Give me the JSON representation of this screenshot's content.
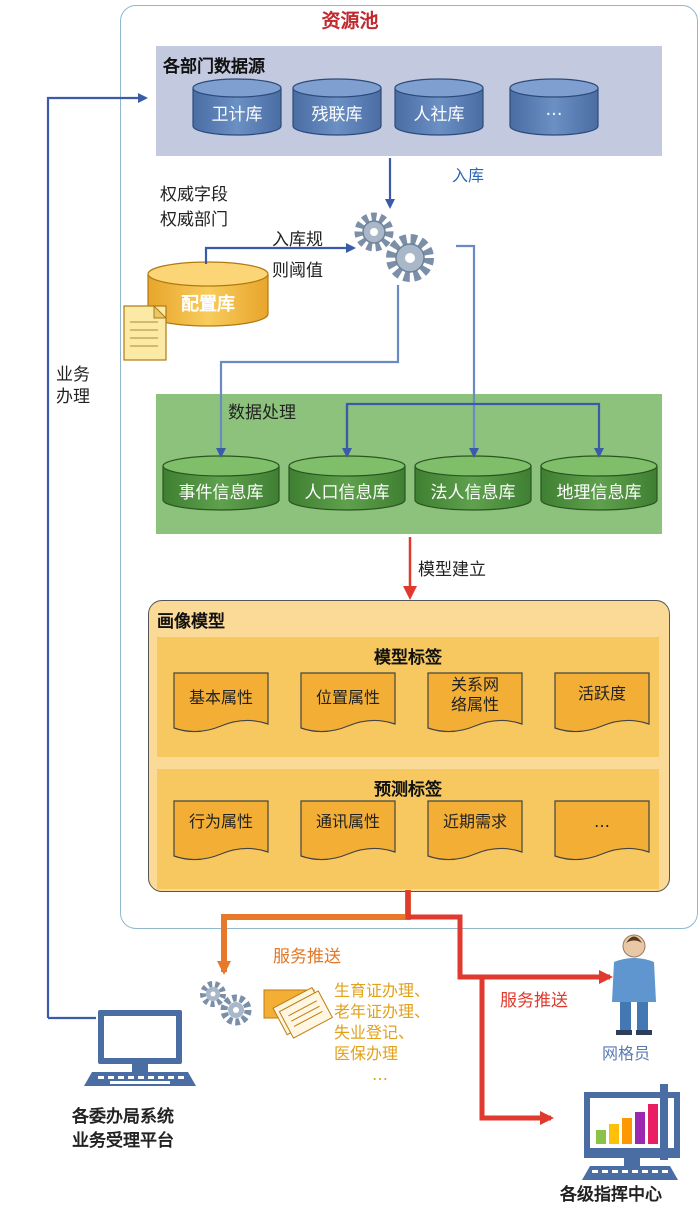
{
  "title": "资源池",
  "sources": {
    "title": "各部门数据源",
    "databases": [
      "卫计库",
      "残联库",
      "人社库",
      "…"
    ],
    "arrow_label": "入库"
  },
  "config": {
    "fields_label_1": "权威字段",
    "fields_label_2": "权威部门",
    "rule_label_1": "入库规",
    "rule_label_2": "则阈值",
    "db_label": "配置库"
  },
  "processing": {
    "title": "数据处理",
    "databases": [
      "事件信息库",
      "人口信息库",
      "法人信息库",
      "地理信息库"
    ]
  },
  "modeling_label": "模型建立",
  "portrait": {
    "title": "画像模型",
    "model_tags": {
      "title": "模型标签",
      "items": [
        "基本属性",
        "位置属性",
        "关系网络属性",
        "活跃度"
      ]
    },
    "predict_tags": {
      "title": "预测标签",
      "items": [
        "行为属性",
        "通讯属性",
        "近期需求",
        "…"
      ]
    }
  },
  "business": {
    "label_1": "业务",
    "label_2": "办理"
  },
  "service_push_left": "服务推送",
  "service_push_right": "服务推送",
  "service_list": [
    "生育证办理、",
    "老年证办理、",
    "失业登记、",
    "医保办理",
    "…"
  ],
  "platform": {
    "line_1": "各委办局系统",
    "line_2": "业务受理平台"
  },
  "grid_member": "网格员",
  "command_center": "各级指挥中心",
  "colors": {
    "title_red": "#c0292e",
    "db_blue": "#5b7fb2",
    "arrow_blue": "#3a5ca8",
    "arrow_red": "#e03a2e",
    "arrow_orange": "#e8782a",
    "green": "#8dc27d",
    "gold": "#f6c85f"
  }
}
